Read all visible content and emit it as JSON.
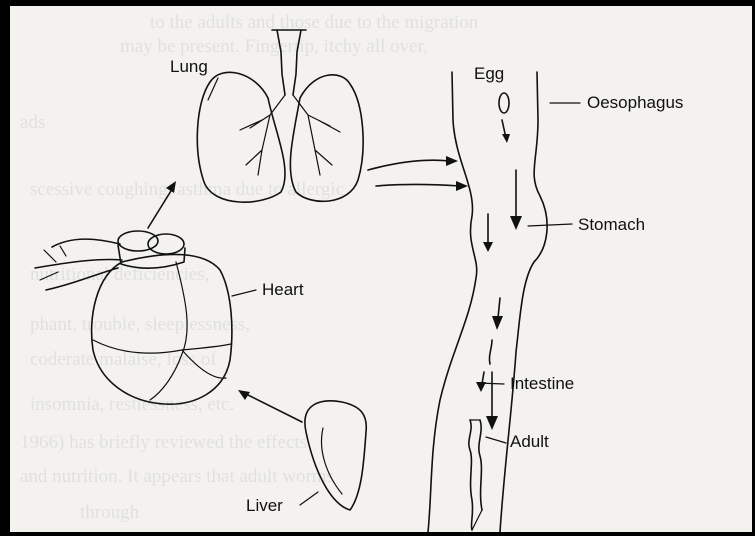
{
  "labels": {
    "lung": "Lung",
    "egg": "Egg",
    "oesophagus": "Oesophagus",
    "stomach": "Stomach",
    "heart": "Heart",
    "intestine": "Intestine",
    "adult": "Adult",
    "liver": "Liver"
  }
}
